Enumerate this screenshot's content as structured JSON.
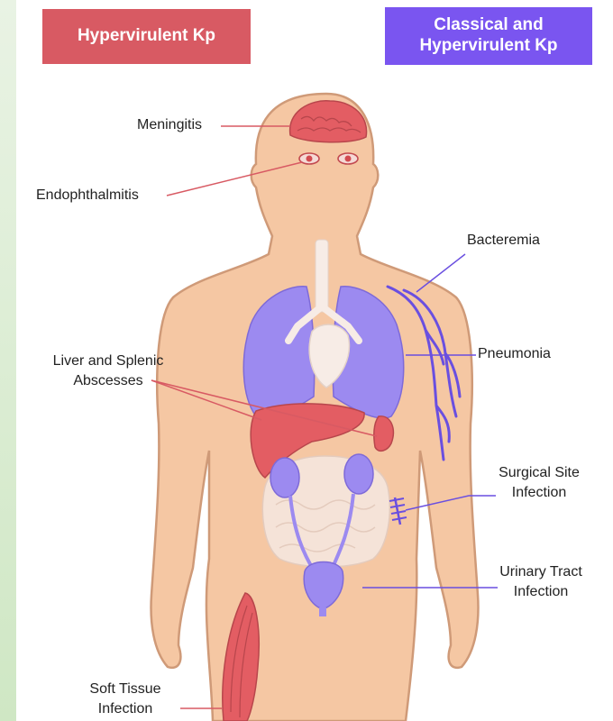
{
  "legend": {
    "hypervirulent": {
      "label": "Hypervirulent Kp",
      "color": "#d85a63"
    },
    "classical": {
      "label": "Classical and Hypervirulent Kp",
      "color": "#7a55f0"
    }
  },
  "labels": {
    "meningitis": "Meningitis",
    "endophthalmitis": "Endophthalmitis",
    "bacteremia": "Bacteremia",
    "pneumonia": "Pneumonia",
    "liver_line1": "Liver and Splenic",
    "liver_line2": "Abscesses",
    "surgical_line1": "Surgical Site",
    "surgical_line2": "Infection",
    "urinary_line1": "Urinary Tract",
    "urinary_line2": "Infection",
    "soft_line1": "Soft Tissue",
    "soft_line2": "Infection"
  },
  "colors": {
    "skin": "#f5c7a3",
    "skin_outline": "#cf9a78",
    "organ_red": "#e35d63",
    "organ_purple": "#9c8af0",
    "organ_white": "#f7ece6"
  }
}
